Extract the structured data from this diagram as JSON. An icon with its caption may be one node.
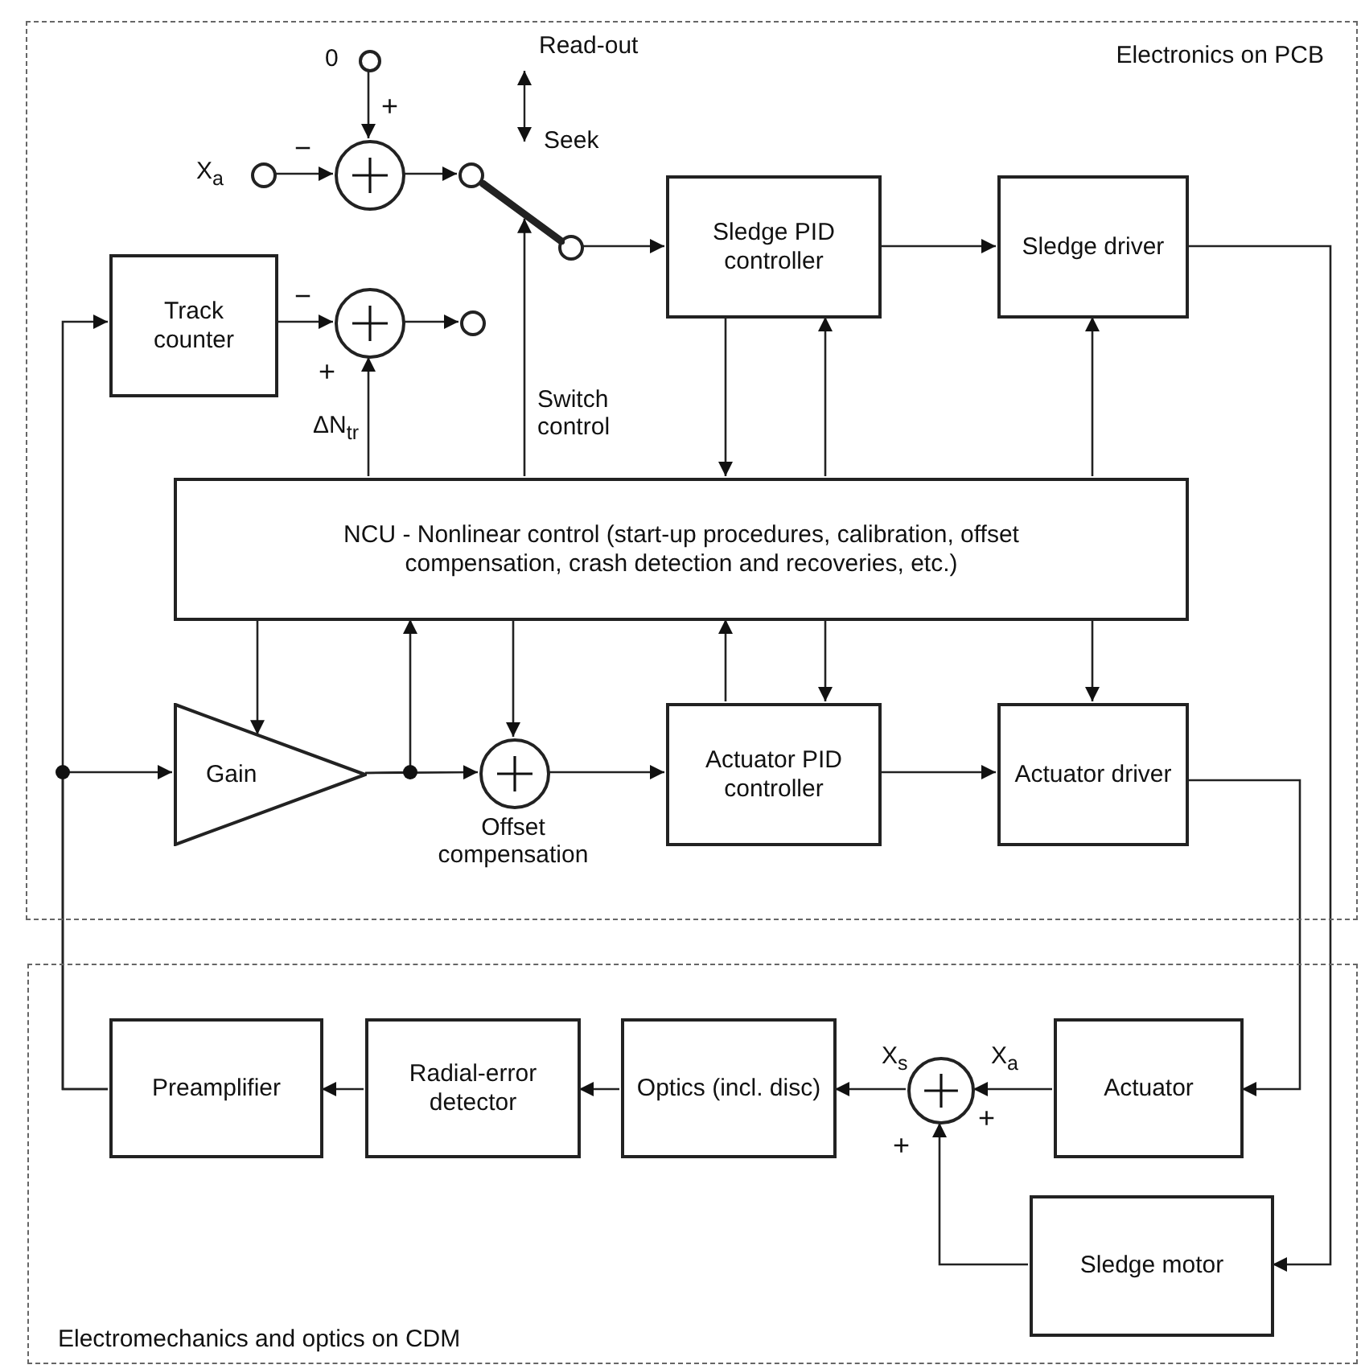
{
  "diagram": {
    "nodes": [
      {
        "text": [
          "Electronics on PCB"
        ]
      },
      {
        "text": [],
        "shape": "circle",
        "beside": [
          "0"
        ],
        "in": 0
      },
      {
        "text": [],
        "shape": "circle",
        "beside": [
          "X$_{a}$"
        ],
        "in": 0
      },
      {
        "text": [],
        "shape": "circle",
        "in": 0
      },
      {
        "text": [],
        "shape": "circle",
        "in": 0
      },
      {
        "text": [],
        "shape": "circle",
        "in": 0
      },
      {
        "text": [
          "Sledge PID controller"
        ],
        "in": 0
      },
      {
        "text": [
          "Sledge driver"
        ],
        "in": 0
      },
      {
        "text": [
          "Track counter"
        ],
        "in": 0
      },
      {
        "text": [],
        "shape": "circle",
        "in": 0
      },
      {
        "text": [],
        "shape": "circle",
        "in": 0
      },
      {
        "text": [
          "NCU - Nonlinear control (start-up procedures, calibration, offset compensation, crash detection and recoveries, etc.)"
        ],
        "in": 0
      },
      {
        "text": [
          "Gain"
        ],
        "in": 0
      },
      {
        "text": [],
        "shape": "circle",
        "beside": [
          "Offset compensation"
        ],
        "in": 0
      },
      {
        "text": [
          "Actuator PID controller"
        ],
        "in": 0
      },
      {
        "text": [
          "Actuator driver"
        ],
        "in": 0
      },
      {
        "text": [
          "Electromechanics and optics on CDM"
        ]
      },
      {
        "text": [
          "Preamplifier"
        ],
        "in": 16
      },
      {
        "text": [
          "Radial-error detector"
        ],
        "in": 16
      },
      {
        "text": [
          "Optics (incl. disc)"
        ],
        "in": 16
      },
      {
        "text": [],
        "shape": "circle",
        "in": 16
      },
      {
        "text": [
          "Actuator"
        ],
        "in": 16
      },
      {
        "text": [
          "Sledge motor"
        ],
        "in": 16
      },
      {
        "text": [],
        "shape": "bar",
        "in": 0
      }
    ],
    "edges": [
      {
        "from": 1,
        "to": 3,
        "arrow": "to"
      },
      {
        "from": 2,
        "to": 3,
        "arrow": "to"
      },
      {
        "from": 3,
        "to": 4,
        "arrow": "to"
      },
      {
        "from": 5,
        "to": 6,
        "arrow": "to"
      },
      {
        "from": 6,
        "to": 7,
        "arrow": "to"
      },
      {
        "from": 7,
        "to": 22,
        "arrow": "to"
      },
      {
        "from": 8,
        "to": 9,
        "arrow": "to"
      },
      {
        "from": 9,
        "to": 10,
        "arrow": "to"
      },
      {
        "from": 11,
        "to": 9,
        "arrow": "to",
        "label": "ΔN$_{tr}$"
      },
      {
        "from": 11,
        "to": 23,
        "arrow": "to",
        "label": "Switch control"
      },
      {
        "from": 6,
        "to": 11,
        "arrow": "to"
      },
      {
        "from": 11,
        "to": 6,
        "arrow": "to"
      },
      {
        "from": 11,
        "to": 7,
        "arrow": "to"
      },
      {
        "from": 11,
        "to": 12,
        "arrow": "to"
      },
      {
        "from": 12,
        "to": 11,
        "arrow": "to"
      },
      {
        "from": 12,
        "to": 13,
        "arrow": "to"
      },
      {
        "from": 11,
        "to": 13,
        "arrow": "to"
      },
      {
        "from": 13,
        "to": 14,
        "arrow": "to"
      },
      {
        "from": 14,
        "to": 11,
        "arrow": "to"
      },
      {
        "from": 11,
        "to": 14,
        "arrow": "to"
      },
      {
        "from": 11,
        "to": 15,
        "arrow": "to"
      },
      {
        "from": 14,
        "to": 15,
        "arrow": "to"
      },
      {
        "from": 15,
        "to": 21,
        "arrow": "to"
      },
      {
        "from": 21,
        "to": 20,
        "arrow": "to",
        "label": "X$_{a}$"
      },
      {
        "from": 22,
        "to": 20,
        "arrow": "to"
      },
      {
        "from": 20,
        "to": 19,
        "arrow": "to",
        "label": "X$_{s}$"
      },
      {
        "from": 19,
        "to": 18,
        "arrow": "to"
      },
      {
        "from": 18,
        "to": 17,
        "arrow": "to"
      },
      {
        "from": 17,
        "to": 8,
        "arrow": "to"
      },
      {
        "from": 17,
        "to": 12,
        "arrow": "to"
      }
    ],
    "labels": [
      "Read-out",
      "+",
      "Seek",
      "−",
      "−",
      "+",
      "+",
      "+"
    ]
  }
}
